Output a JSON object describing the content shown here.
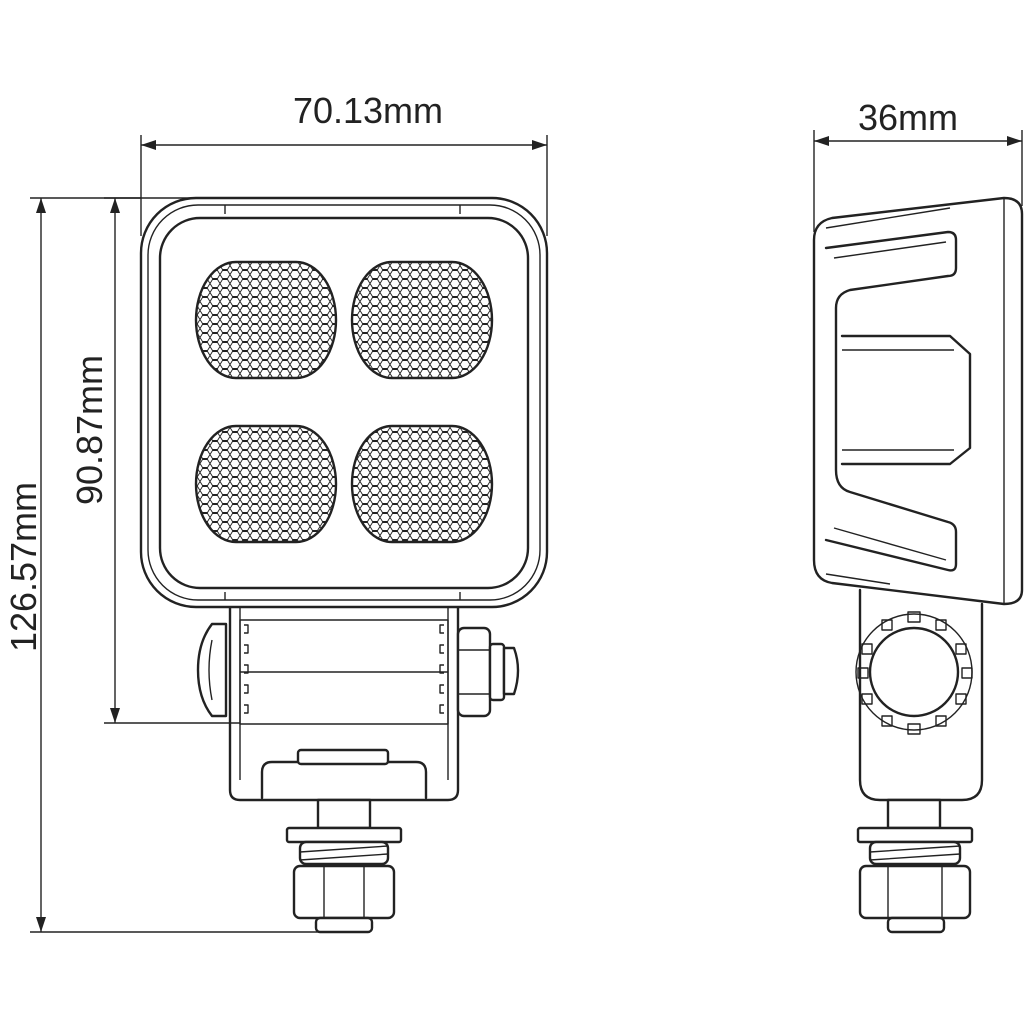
{
  "dimensions": {
    "width": "70.13mm",
    "depth": "36mm",
    "body_height": "90.87mm",
    "total_height": "126.57mm"
  },
  "colors": {
    "line": "#222222",
    "background": "#ffffff"
  }
}
